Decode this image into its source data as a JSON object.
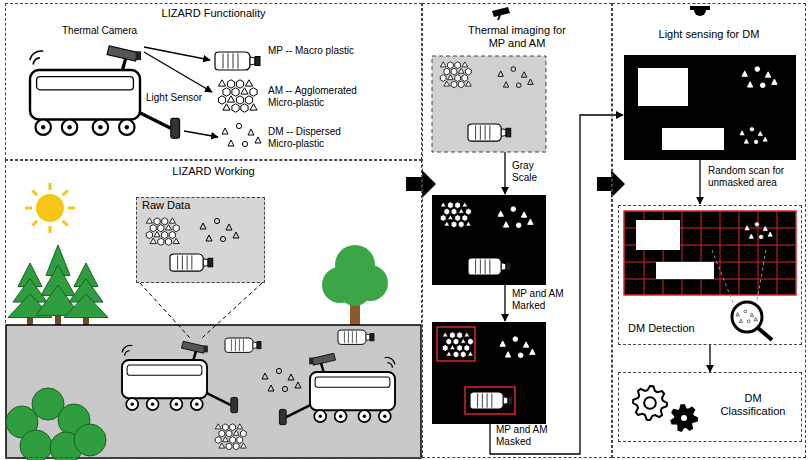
{
  "diagram": {
    "nodes": [
      {
        "text": [
          "LIZARD Functionality"
        ]
      },
      {
        "text": [
          "LIZARD Working"
        ]
      },
      {
        "text": [
          "Raw Data"
        ],
        "in": 1
      },
      {
        "text": [
          "Thermal imaging for MP and AM"
        ]
      },
      {
        "text": [
          "Light sensing for DM"
        ]
      },
      {
        "text": [
          "DM Detection"
        ],
        "in": 4
      },
      {
        "text": [
          "DM Classification"
        ],
        "in": 4
      }
    ],
    "edges": [
      {
        "from": 5,
        "to": 6,
        "arrow": "to"
      }
    ],
    "labels": [
      "Thermal Camera",
      "MP -- Macro plastic",
      "AM -- Agglomerated Micro-plastic",
      "Light Sensor",
      "DM -- Dispersed Micro-plastic",
      "Gray Scale",
      "MP and AM Marked",
      "MP and AM Masked",
      "Random scan for unmasked area"
    ]
  }
}
